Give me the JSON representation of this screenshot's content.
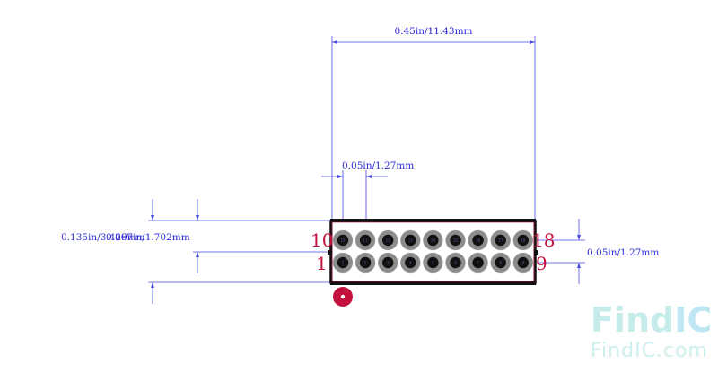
{
  "dimensions": {
    "overall_width": "0.45in/11.43mm",
    "pin_pitch_h": "0.05in/1.27mm",
    "pin_pitch_v": "0.05in/1.27mm",
    "height_outer": "0.135in/3.429mm",
    "height_inner": "0.067in/1.702mm"
  },
  "pin_labels": {
    "top_left": "10",
    "top_right": "18",
    "bottom_left": "1",
    "bottom_right": "9"
  },
  "pins": {
    "top_row": [
      "10",
      "11",
      "12",
      "13",
      "14",
      "15",
      "16",
      "17",
      "18"
    ],
    "bottom_row": [
      "1",
      "2",
      "3",
      "4",
      "5",
      "6",
      "7",
      "8",
      "9"
    ]
  },
  "watermark": {
    "brand_find": "Find",
    "brand_ic": "IC",
    "site": "FindIC.com"
  },
  "colors": {
    "dimension": "#4a4ae0",
    "pin_label": "#c4103c",
    "pin1_marker": "#c4103c",
    "body_outline": "#111111",
    "pad": "#8c8c8c",
    "drill": "#111111"
  }
}
